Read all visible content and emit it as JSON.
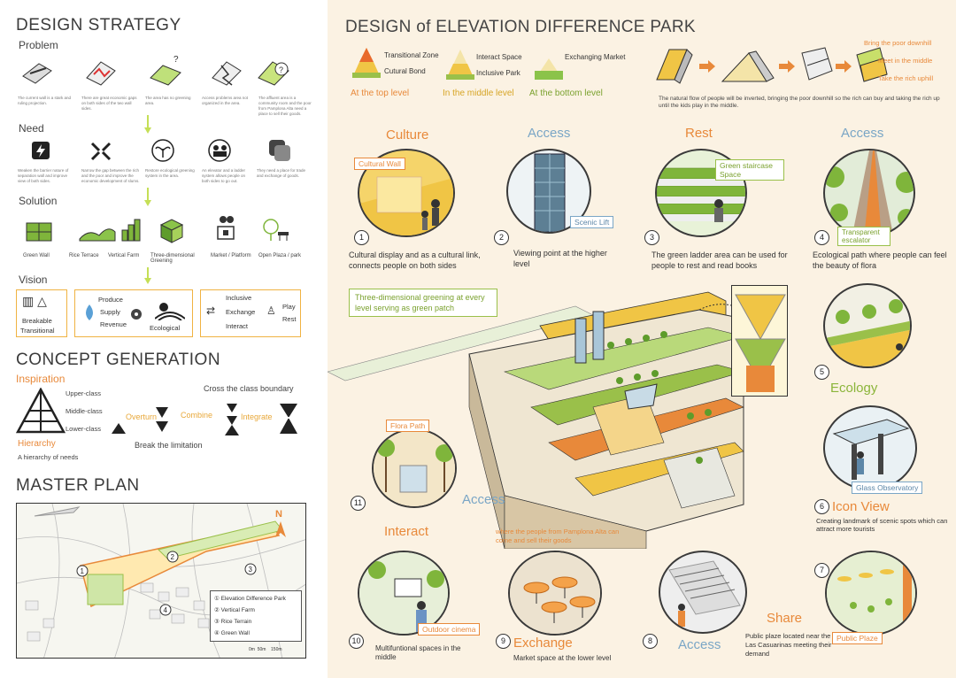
{
  "left": {
    "design_strategy": "DESIGN STRATEGY",
    "problem": "Problem",
    "problem_texts": [
      "The current wall is a stark and ruling projection.",
      "There are great economic gaps on both sides of the two wall sides.",
      "The area has no greening area.",
      "Access problems area not organized in the area.",
      "The affluent area is a community room and the poor from Pamplona Alta need a place to sell their goods."
    ],
    "need": "Need",
    "need_texts": [
      "Weaken the barrier nature of separation wall and improve view of both sides.",
      "Narrow the gap between the rich and the poor and improve the economic development of slums.",
      "Restore ecological greening system in the area.",
      "An elevator and a ladder system allows people on both sides to go out.",
      "They need a place for trade and exchange of goods."
    ],
    "solution": "Solution",
    "solutions": [
      "Green Wall",
      "Rice Terrace",
      "Vertical Farm",
      "Three-dimensional Greening",
      "Market / Platform",
      "Open Plaza / park"
    ],
    "vision": "Vision",
    "vision_box1": [
      "Breakable",
      "Transitional"
    ],
    "vision_box2": [
      "Produce",
      "Supply",
      "Revenue",
      "Ecological"
    ],
    "vision_box3": [
      "Inclusive",
      "Exchange",
      "Interact",
      "Play",
      "Rest"
    ],
    "concept": "CONCEPT GENERATION",
    "inspiration": "Inspiration",
    "classes": [
      "Upper-class",
      "Middle-class",
      "Lower-class"
    ],
    "cross": "Cross the class boundary",
    "hierarchy": "Hierarchy",
    "hierarchy_sub": "A hierarchy of needs",
    "steps": [
      "Overturn",
      "Combine",
      "Integrate"
    ],
    "break": "Break the limitation",
    "master_plan": "MASTER PLAN",
    "legend": [
      "Elevation Difference Park",
      "Vertical Farm",
      "Rice Terrain",
      "Green Wall"
    ],
    "scale": [
      "0m",
      "50m",
      "150m"
    ],
    "north": "N"
  },
  "right": {
    "title": "DESIGN of ELEVATION DIFFERENCE PARK",
    "levels": {
      "top_items": [
        "Transitional Zone",
        "Cutural Bond"
      ],
      "top": "At the top level",
      "middle_items": [
        "Interact Space",
        "Inclusive Park"
      ],
      "middle": "In the middle level",
      "bottom_items": [
        "Exchanging Market"
      ],
      "bottom": "At the bottom level"
    },
    "flow_labels": [
      "Bring the poor downhill",
      "Meet in the middle",
      "Take the rich uphill"
    ],
    "flow_desc": "The natural flow of people will be inverted, bringing the poor downhill so the rich can buy and taking the rich up until the kids play in the middle.",
    "section_culture": "Culture",
    "section_access1": "Access",
    "section_rest": "Rest",
    "section_access2": "Access",
    "tag_cultural_wall": "Cultural Wall",
    "tag_scenic_lift": "Scenic Lift",
    "tag_green_staircase": "Green staircase Space",
    "tag_transparent": "Transparent escalator",
    "desc1": "Cultural display and as a cultural link, connects  people on both sides",
    "desc2": "Viewing point at the higher level",
    "desc3": "The green ladder area can be used for people to rest and read books",
    "desc4": "Ecological path where people can feel the beauty of flora",
    "green_patch": "Three-dimensional greening at every level serving as green patch",
    "ecology": "Ecology",
    "tag_flora": "Flora Path",
    "access_mid": "Access",
    "tag_glass": "Glass Observatory",
    "icon_view": "Icon View",
    "icon_desc": "Creating landmark of scenic spots which can attract more tourists",
    "interact": "Interact",
    "pamplona": "where the people from Pamplona Alta can come and sell their goods",
    "tag_cinema": "Outdoor cinema",
    "desc10": "Multifuntional spaces in the middle",
    "exchange": "Exchange",
    "desc9": "Market space  at the lower level",
    "access_low": "Access",
    "share": "Share",
    "share_desc": "Public plaze located near the Las Casuarinas meeting their demand",
    "tag_plaze": "Public Plaze",
    "nums": [
      "1",
      "2",
      "3",
      "4",
      "5",
      "6",
      "7",
      "8",
      "9",
      "10",
      "11"
    ]
  },
  "colors": {
    "orange": "#e8893a",
    "yellow": "#f0c545",
    "green": "#9ac04a",
    "bg": "#fbf2e3",
    "blue": "#7aa6c6"
  }
}
